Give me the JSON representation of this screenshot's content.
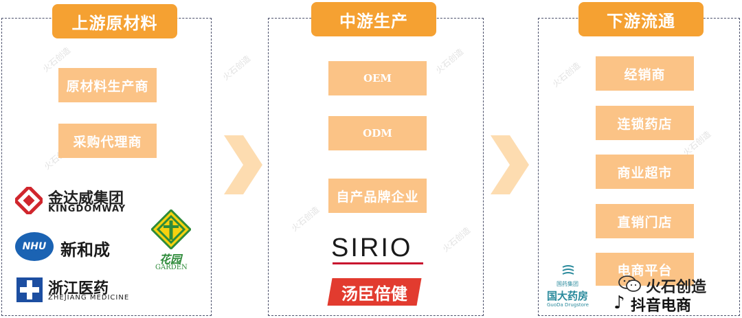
{
  "columns": [
    {
      "title": "上游原材料",
      "items": [
        "原材料生产商",
        "采购代理商"
      ]
    },
    {
      "title": "中游生产",
      "items": [
        "OEM",
        "ODM",
        "自产品牌企业"
      ]
    },
    {
      "title": "下游流通",
      "items": [
        "经销商",
        "连锁药店",
        "商业超市",
        "直销门店",
        "电商平台"
      ]
    }
  ],
  "logos": {
    "kingdomway": {
      "cn": "金达威集团",
      "en": "KINGDOMWAY"
    },
    "nhu": {
      "badge": "NHU",
      "cn": "新和成"
    },
    "garden": {
      "cn": "花园",
      "en": "GARDEN"
    },
    "zhejiang": {
      "cn": "浙江医药",
      "en": "ZHEJIANG MEDICINE"
    },
    "sirio": {
      "text": "SIRIO"
    },
    "bythealth": {
      "text": "汤臣倍健"
    },
    "guoda": {
      "group": "国药集团",
      "cn": "国大药房",
      "en": "GuoDa Drugstore"
    },
    "douyin": {
      "text": "抖音电商"
    }
  },
  "brand": {
    "text": "火石创造"
  },
  "watermark": {
    "text": "火石创造"
  },
  "colors": {
    "header": "#f5a132",
    "box": "#fbc386",
    "chevron": "#fddcb0"
  }
}
